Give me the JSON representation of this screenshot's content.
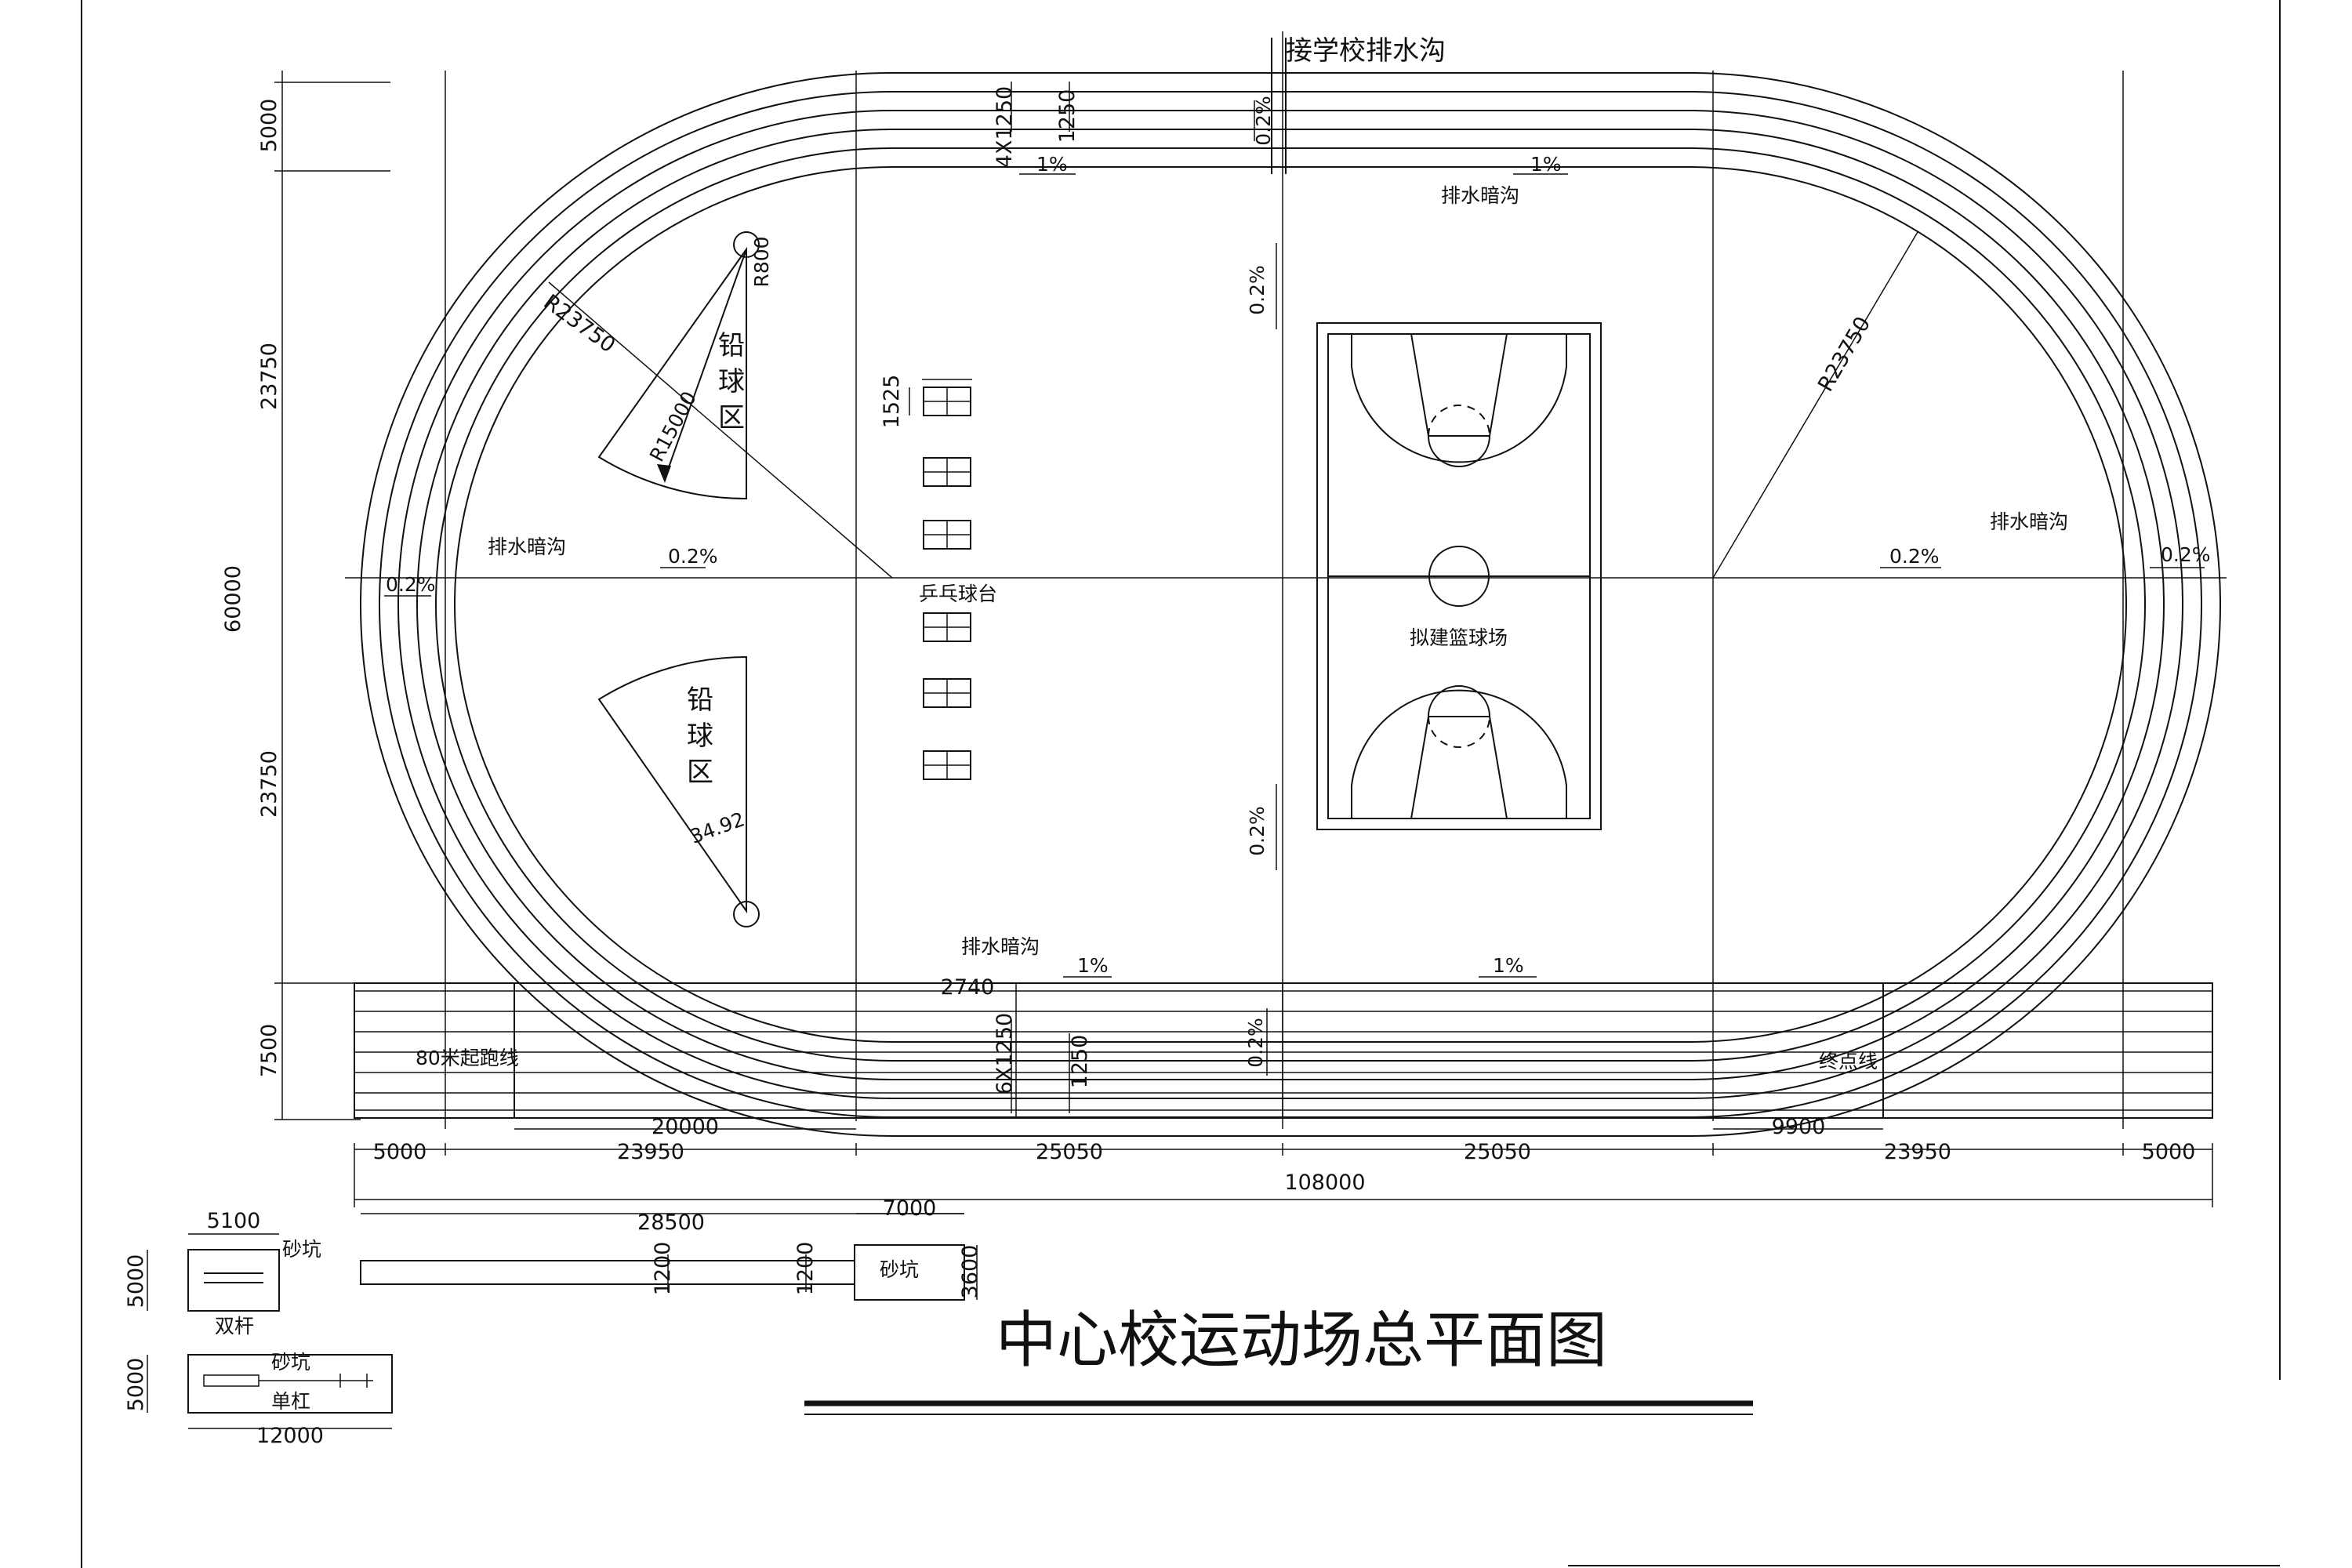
{
  "title": "中心校运动场总平面图",
  "labels": {
    "drain_school": "接学校排水沟",
    "drain_hidden": "排水暗沟",
    "shotput": [
      "铅",
      "球",
      "区"
    ],
    "pingpong": "乒乓球台",
    "basketball": "拟建篮球场",
    "start_line": "80米起跑线",
    "finish_line": "终点线",
    "sandpit": "砂坑",
    "double_bar": "双杆",
    "single_bar": "单杠"
  },
  "dimensions": {
    "overall_length": "108000",
    "overall_width": "60000",
    "end_5000": "5000",
    "straight_23950": "23950",
    "half_25050": "25050",
    "seg_20000": "20000",
    "seg_9900": "9900",
    "radius": "R23750",
    "r800": "R800",
    "r15000": "R15000",
    "angle": "34.92",
    "half_width": "23750",
    "top_strip": "5000",
    "bottom_strip": "7500",
    "lanes_top": "4X1250",
    "lanes_bottom": "6X1250",
    "lane_w": "1250",
    "table_w": "2740",
    "table_h": "1525",
    "runway_len": "28500",
    "pit_len": "7000",
    "runway_w": "1200",
    "pit_w": "3600",
    "bar_box_w": "5100",
    "bar_box_h": "5000",
    "single_box_w": "12000",
    "single_box_h": "5000"
  },
  "slopes": {
    "s02": "0.2%",
    "s1": "1%"
  }
}
